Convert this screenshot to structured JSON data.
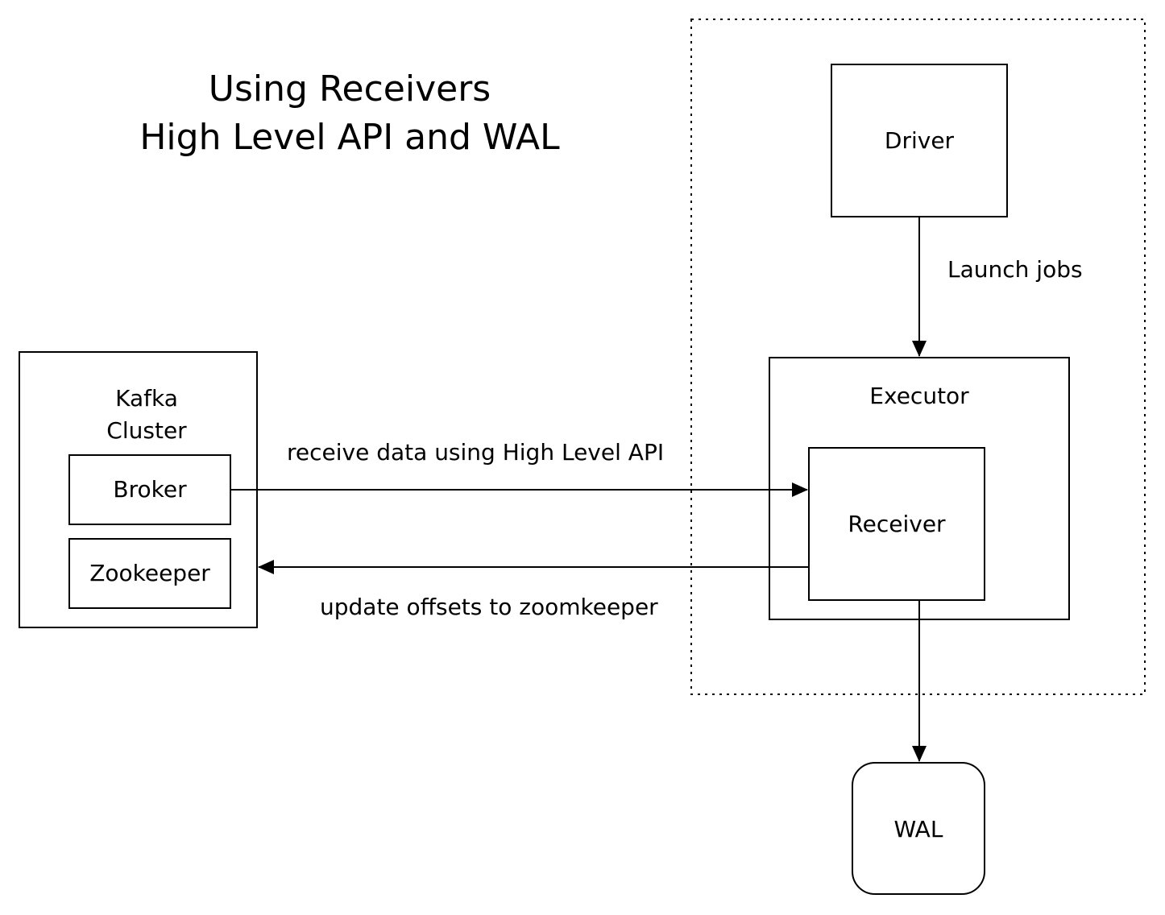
{
  "title": {
    "line1": "Using Receivers",
    "line2": "High Level API and WAL"
  },
  "nodes": {
    "driver": "Driver",
    "executor": "Executor",
    "receiver": "Receiver",
    "wal": "WAL",
    "kafka_cluster_line1": "Kafka",
    "kafka_cluster_line2": "Cluster",
    "broker": "Broker",
    "zookeeper": "Zookeeper"
  },
  "edges": {
    "launch_jobs": "Launch jobs",
    "receive_data": "receive data using High Level API",
    "update_offsets": "update offsets to zoomkeeper"
  }
}
